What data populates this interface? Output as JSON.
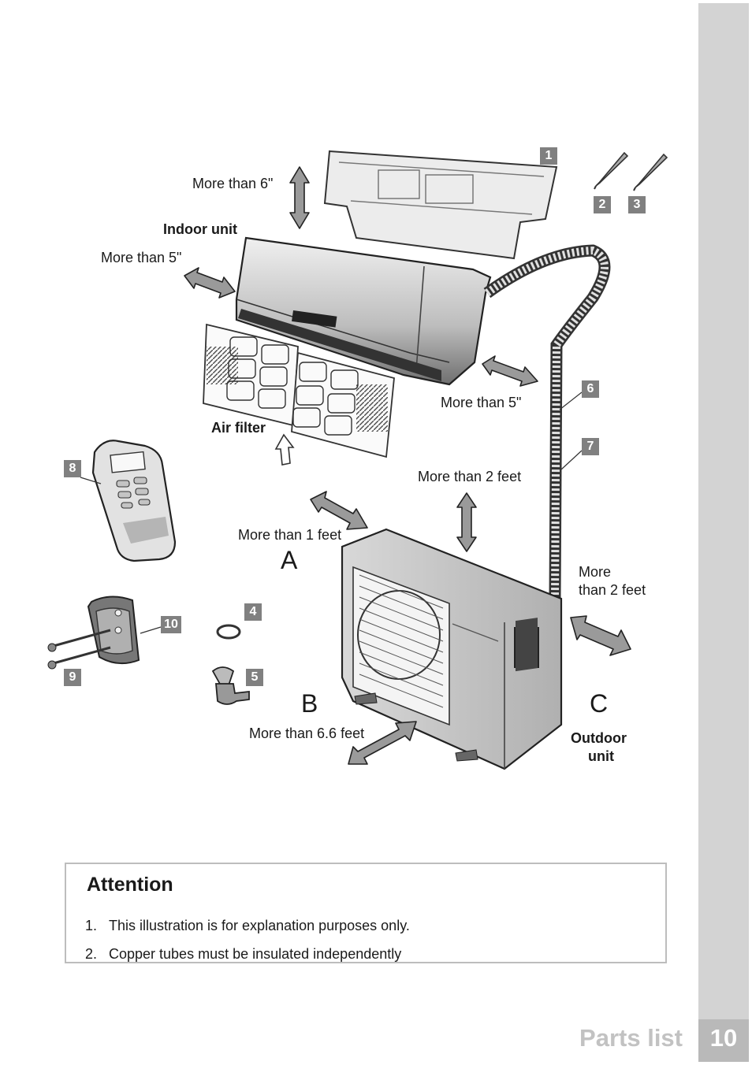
{
  "page": {
    "section_title": "Parts list",
    "page_number": "10"
  },
  "labels": {
    "more_than_6in": "More than 6\"",
    "indoor_unit": "Indoor unit",
    "more_than_5in_left": "More than 5\"",
    "air_filter": "Air filter",
    "more_than_5in_right": "More than 5\"",
    "more_than_2ft_top": "More than 2 feet",
    "more_than_1ft": "More than 1 feet",
    "more_line1": "More",
    "more_line2": "than 2 feet",
    "more_than_6_6ft": "More than 6.6 feet",
    "outdoor_line1": "Outdoor",
    "outdoor_line2": "unit",
    "letter_a": "A",
    "letter_b": "B",
    "letter_c": "C"
  },
  "badges": [
    "1",
    "2",
    "3",
    "4",
    "5",
    "6",
    "7",
    "8",
    "9",
    "10"
  ],
  "attention": {
    "title": "Attention",
    "items": [
      {
        "num": "1.",
        "text": "This illustration is for explanation purposes only."
      },
      {
        "num": "2.",
        "text": "Copper tubes must be insulated independently"
      }
    ]
  },
  "colors": {
    "side_strip": "#d3d3d3",
    "badge": "#808080",
    "arrow": "#9a9a9a",
    "title_gray": "#c2c2c2"
  }
}
